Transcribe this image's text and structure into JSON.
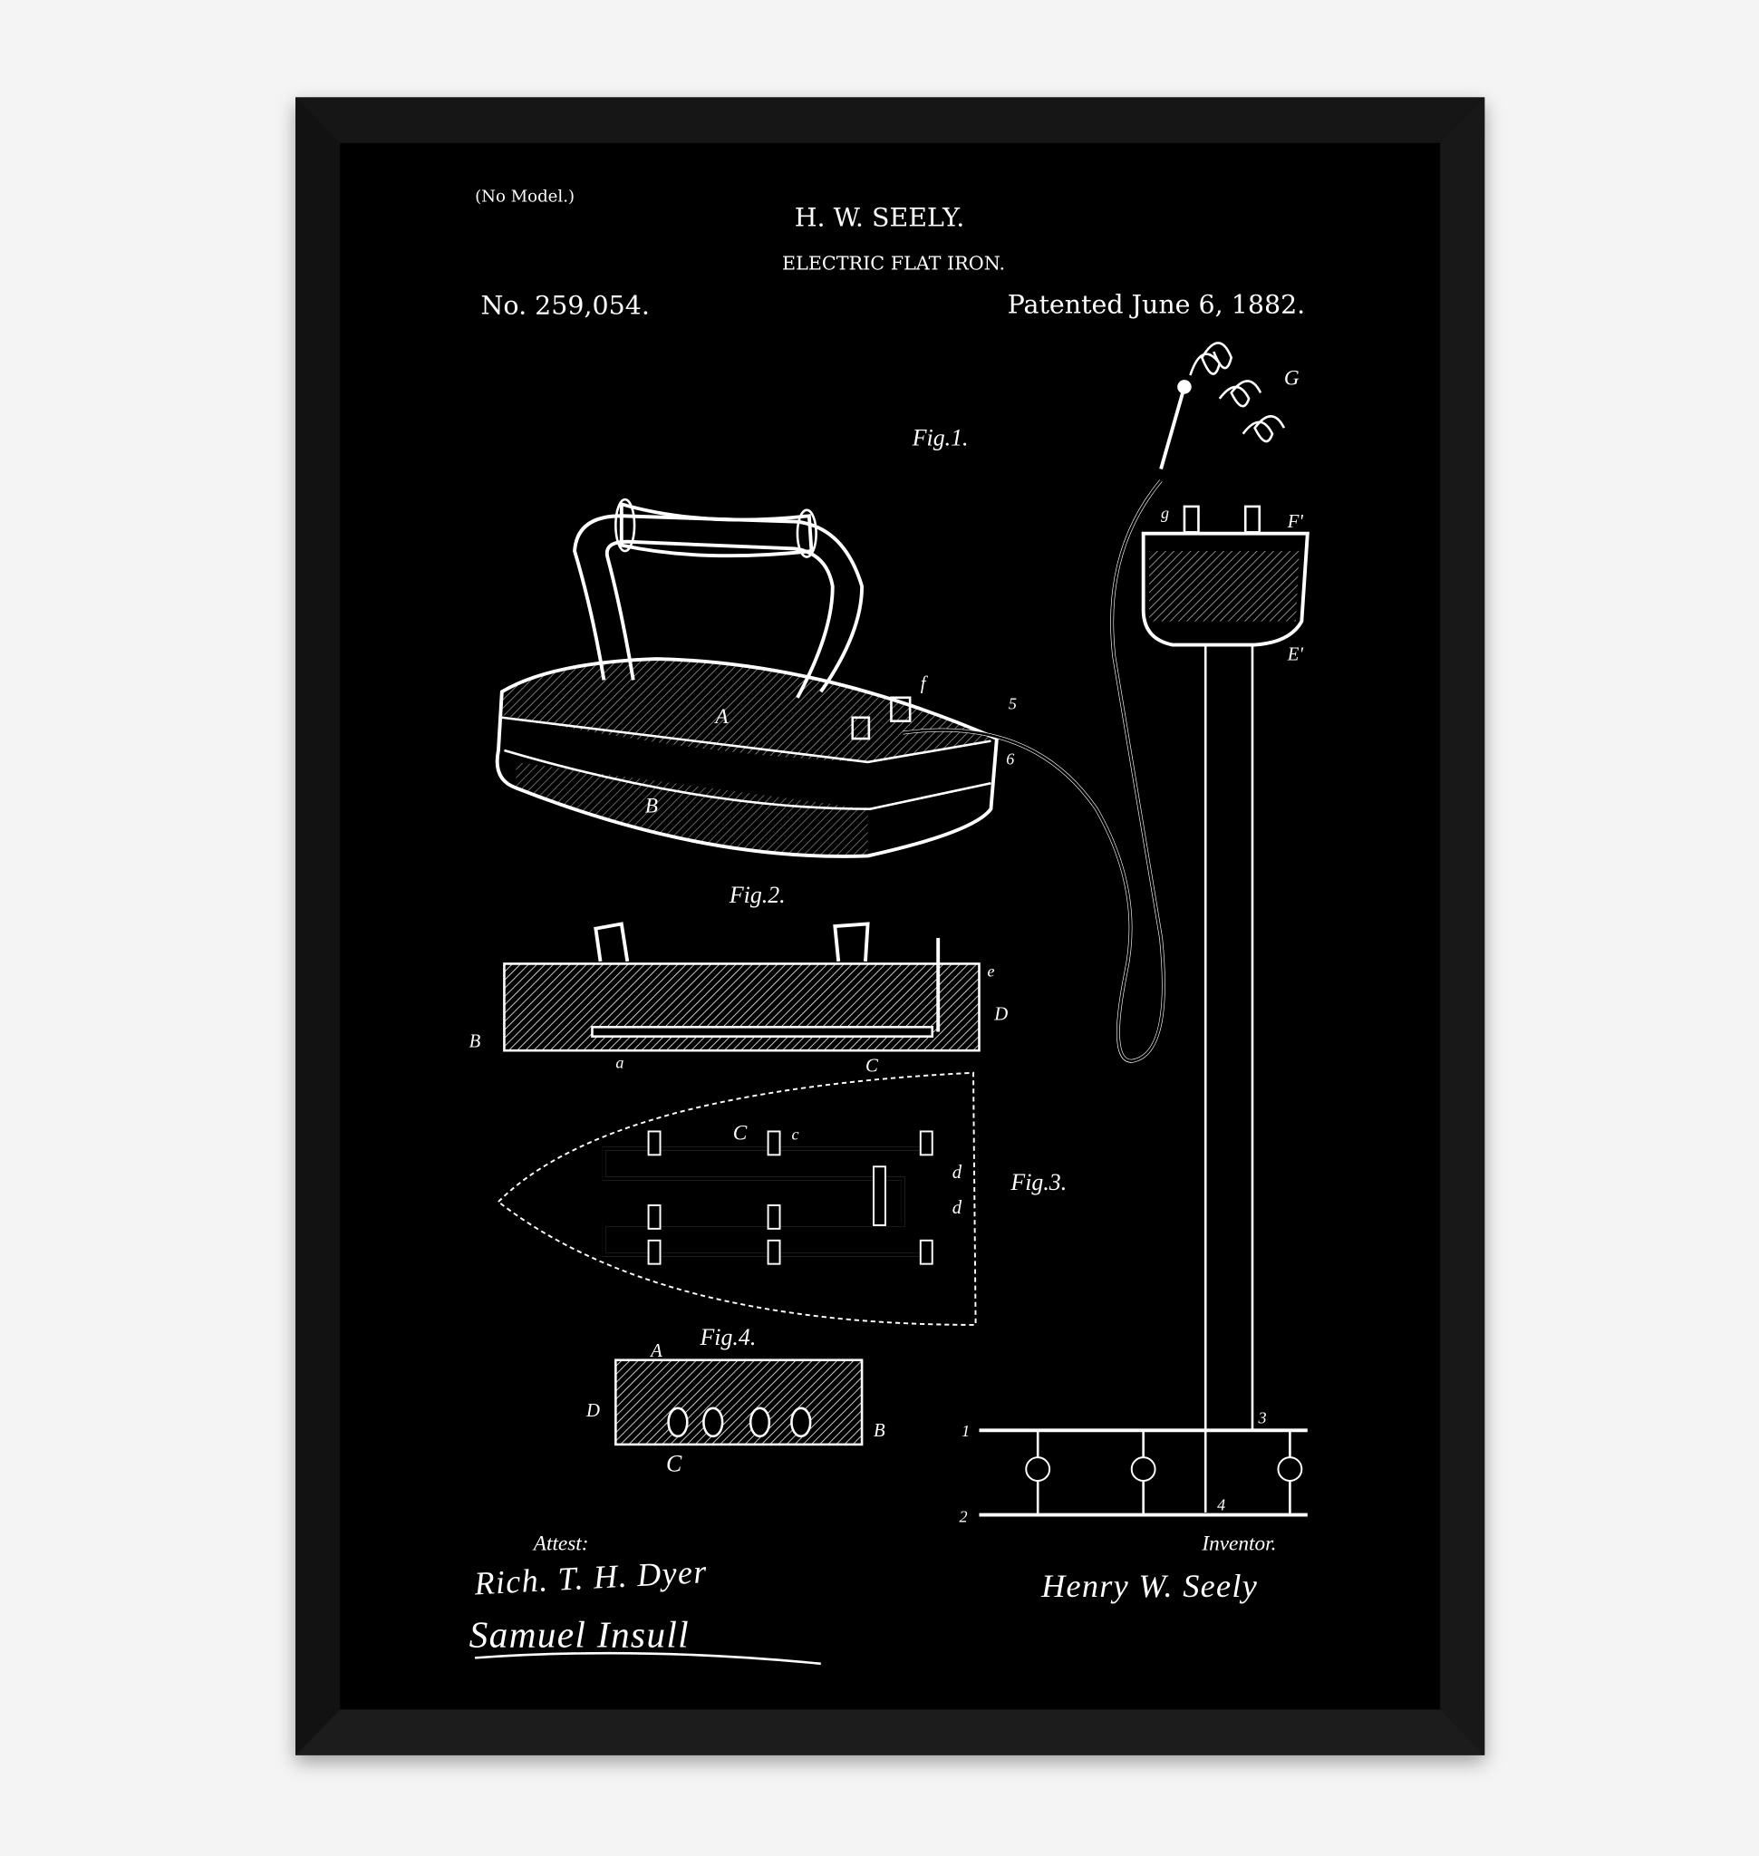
{
  "header": {
    "no_model": "(No Model.)",
    "inventor_name": "H. W. SEELY.",
    "title": "ELECTRIC FLAT IRON.",
    "patent_number": "No. 259,054.",
    "patent_date": "Patented June 6, 1882."
  },
  "figures": {
    "fig1": "Fig.1.",
    "fig2": "Fig.2.",
    "fig3": "Fig.3.",
    "fig4": "Fig.4."
  },
  "labels": {
    "A": "A",
    "B": "B",
    "C": "C",
    "D": "D",
    "E": "E'",
    "F": "F'",
    "G": "G",
    "a": "a",
    "c": "c",
    "d": "d",
    "e": "e",
    "f": "f",
    "g": "g",
    "n1": "1",
    "n2": "2",
    "n3": "3",
    "n4": "4",
    "n5": "5",
    "n6": "6"
  },
  "footer": {
    "attest": "Attest:",
    "inventor_label": "Inventor.",
    "witness_signatures": [
      "Rich. T. H. Dyer",
      "Samuel Insull"
    ],
    "inventor_signature": "Henry W. Seely"
  },
  "colors": {
    "frame": "#0d0d0d",
    "mat": "#000000",
    "ink": "#ffffff",
    "wall": "#f4f4f4"
  }
}
